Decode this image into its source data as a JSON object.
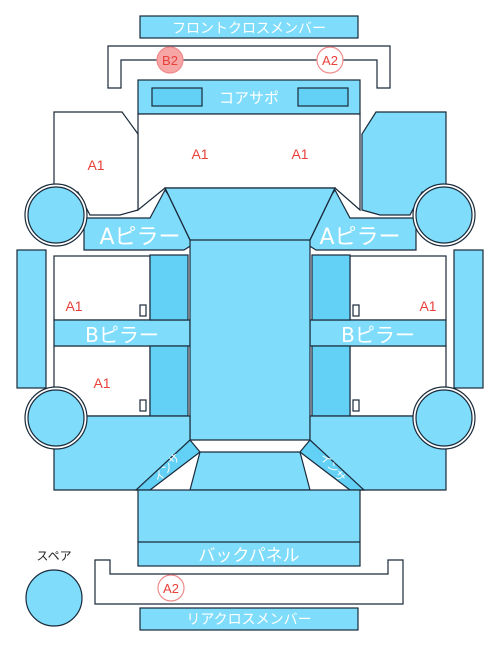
{
  "labels": {
    "front_cross_member": "フロントクロスメンバー",
    "core_support": "コアサポ",
    "a_pillar_left": "Aピラー",
    "a_pillar_right": "Aピラー",
    "b_pillar_left": "Bピラー",
    "b_pillar_right": "Bピラー",
    "back_panel": "バックパネル",
    "rear_cross_member": "リアクロスメンバー",
    "spare": "スペア",
    "inside_left": "インサ",
    "inside_right": "インサ"
  },
  "grades": {
    "front_left_panel": "A1",
    "core_left": "A1",
    "core_right": "A1",
    "left_door_front": "A1",
    "left_door_rear": "A1",
    "right_door_front": "A1"
  },
  "badges": {
    "front_cross_left": "B2",
    "front_cross_right": "A2",
    "rear_cross": "A2"
  },
  "colors": {
    "panel": "#7fdcfb",
    "panel_dark": "#63d0f5",
    "label_on_panel": "#ffffff",
    "grade_text": "#e8403a",
    "badge_b_fill": "#f7a6a6",
    "badge_a_fill": "#ffffff",
    "badge_stroke": "#f08a8a",
    "outline": "#1a2a3a"
  }
}
